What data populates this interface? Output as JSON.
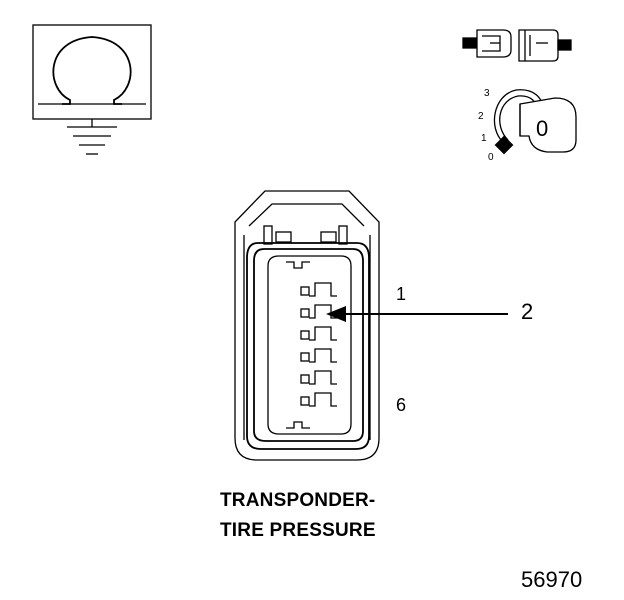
{
  "symbols": {
    "ohmmeter_icon": "ohm-ground-icon",
    "disconnect_icon": "connector-disconnected-icon",
    "ignition_icon": "ignition-key-off-icon",
    "ignition_positions": [
      "3",
      "2",
      "1",
      "0"
    ],
    "ignition_key_label": "0"
  },
  "connector": {
    "pin_first_label": "1",
    "pin_last_label": "6",
    "callout_label": "2",
    "pin_count": 6,
    "probe_pin": 2,
    "title_line1": "TRANSPONDER-",
    "title_line2": "TIRE PRESSURE"
  },
  "figure_number": "56970"
}
